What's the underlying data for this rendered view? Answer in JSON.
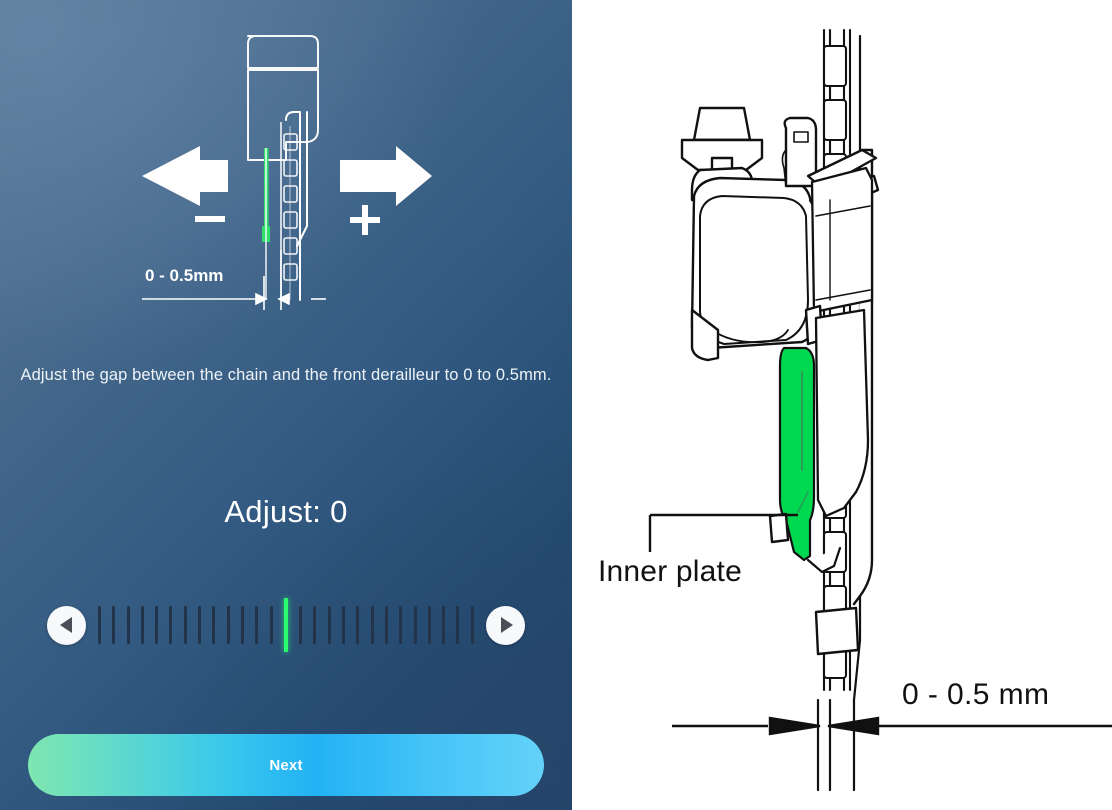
{
  "panel_left": {
    "instruction": "Adjust the gap between the chain and the front derailleur to 0 to 0.5mm.",
    "adjust_label": "Adjust: 0",
    "adjust_value": 0,
    "diagram": {
      "dimension_label": "0 - 0.5mm",
      "minus_symbol": "−",
      "plus_symbol": "+",
      "left_arrow_name": "decrease-arrow",
      "right_arrow_name": "increase-arrow"
    },
    "slider": {
      "tick_count": 27,
      "center_index": 13,
      "prev_icon": "triangle-left-icon",
      "next_icon": "triangle-right-icon",
      "accent_color": "#2aff6e"
    },
    "next_button": {
      "label": "Next",
      "gradient_start": "#7fe6b0",
      "gradient_end": "#63d2f9"
    },
    "background": {
      "gradient_start": "#587491",
      "gradient_end": "#1d3f63"
    }
  },
  "panel_right": {
    "inner_plate_label": "Inner plate",
    "dimension_label": "0 - 0.5 mm",
    "highlight_color": "#00d94f",
    "line_color": "#111111",
    "background_color": "#ffffff"
  }
}
